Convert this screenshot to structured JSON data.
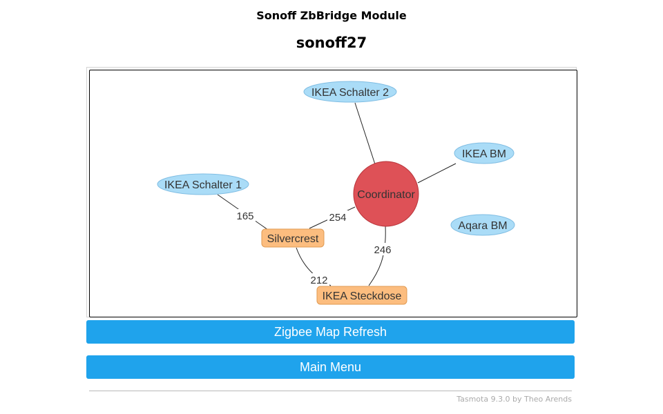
{
  "header": {
    "module_title": "Sonoff ZbBridge Module",
    "device_name": "sonoff27"
  },
  "zigbee_map": {
    "nodes": [
      {
        "id": "coordinator",
        "label": "Coordinator",
        "kind": "coordinator",
        "color": "#de5157",
        "border": "#b8343a"
      },
      {
        "id": "ikea-schalter-2",
        "label": "IKEA Schalter 2",
        "kind": "end-device",
        "color": "#aadcf7",
        "border": "#7fbde3"
      },
      {
        "id": "ikea-bm",
        "label": "IKEA BM",
        "kind": "end-device",
        "color": "#aadcf7",
        "border": "#7fbde3"
      },
      {
        "id": "ikea-schalter-1",
        "label": "IKEA Schalter 1",
        "kind": "end-device",
        "color": "#aadcf7",
        "border": "#7fbde3"
      },
      {
        "id": "aqara-bm",
        "label": "Aqara BM",
        "kind": "end-device",
        "color": "#aadcf7",
        "border": "#7fbde3"
      },
      {
        "id": "silvercrest",
        "label": "Silvercrest",
        "kind": "router",
        "color": "#fcbd7f",
        "border": "#e09a52"
      },
      {
        "id": "ikea-steckdose",
        "label": "IKEA Steckdose",
        "kind": "router",
        "color": "#fcbd7f",
        "border": "#e09a52"
      }
    ],
    "links": [
      {
        "from": "coordinator",
        "to": "ikea-schalter-2",
        "label": ""
      },
      {
        "from": "coordinator",
        "to": "ikea-bm",
        "label": ""
      },
      {
        "from": "coordinator",
        "to": "silvercrest",
        "label": "254"
      },
      {
        "from": "coordinator",
        "to": "ikea-steckdose",
        "label": "246"
      },
      {
        "from": "silvercrest",
        "to": "ikea-schalter-1",
        "label": "165"
      },
      {
        "from": "silvercrest",
        "to": "ikea-steckdose",
        "label": "212"
      }
    ]
  },
  "buttons": {
    "refresh_label": "Zigbee Map Refresh",
    "main_menu_label": "Main Menu"
  },
  "footer": {
    "text": "Tasmota 9.3.0 by Theo Arends"
  },
  "colors": {
    "button": "#1fa3ec",
    "coordinator": "#de5157",
    "router": "#fcbd7f",
    "end_device": "#aadcf7"
  }
}
